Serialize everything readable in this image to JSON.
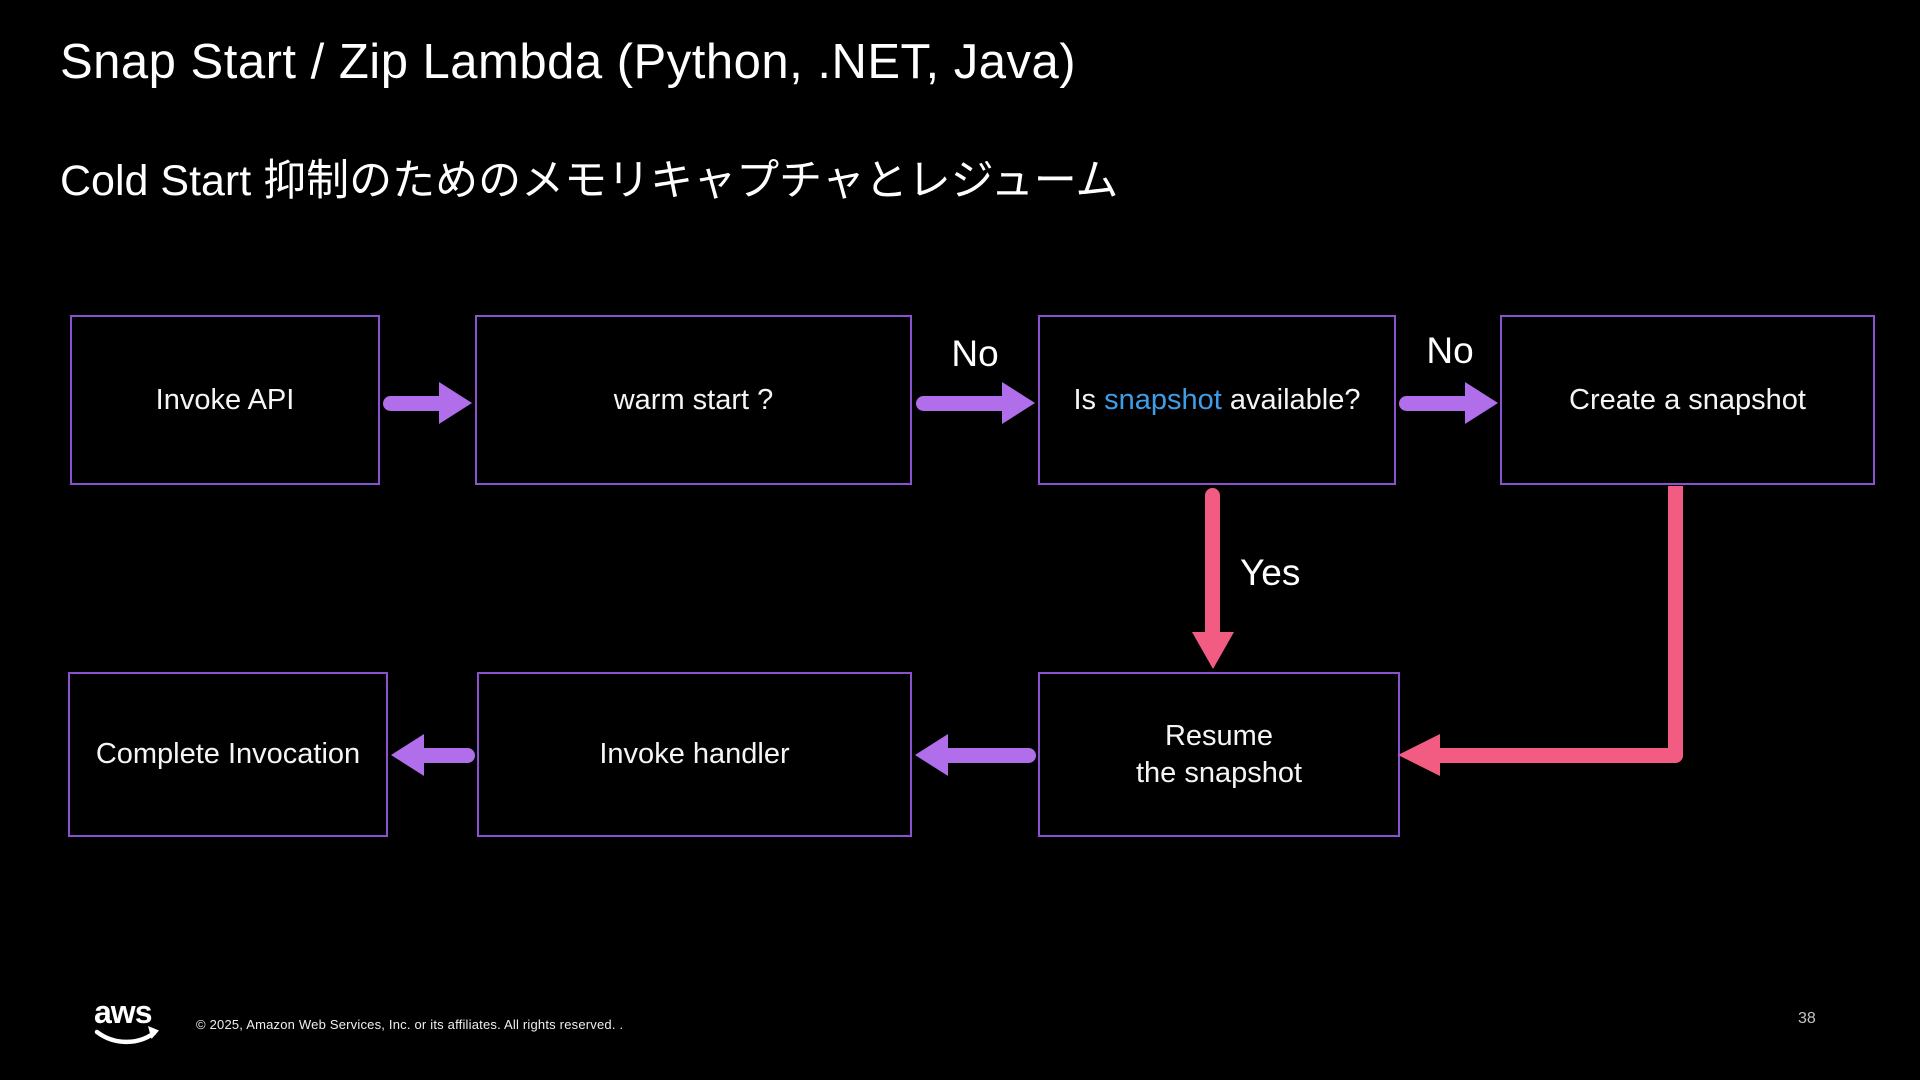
{
  "slide": {
    "title": "Snap Start / Zip Lambda (Python, .NET, Java)",
    "subtitle": "Cold Start 抑制のためのメモリキャプチャとレジューム",
    "copyright": "© 2025, Amazon Web Services, Inc. or its affiliates. All rights reserved. .",
    "page_number": "38"
  },
  "colors": {
    "background": "#000000",
    "box_border": "#8a52cf",
    "arrow_purple": "#b06eea",
    "arrow_pink": "#f25c82",
    "snapshot_highlight_blue": "#3f9de8",
    "text": "#ffffff"
  },
  "flowchart": {
    "nodes": {
      "invoke_api": {
        "label": "Invoke API"
      },
      "warm_start": {
        "label": "warm start ?"
      },
      "is_snapshot": {
        "prefix": "Is ",
        "highlight": "snapshot",
        "suffix": " available?"
      },
      "create_snapshot": {
        "label": "Create a snapshot"
      },
      "complete_invocation": {
        "label": "Complete Invocation"
      },
      "invoke_handler": {
        "label": "Invoke handler"
      },
      "resume_snapshot": {
        "line1": "Resume",
        "line2": "the snapshot"
      }
    },
    "edges": {
      "no_label_1": "No",
      "no_label_2": "No",
      "yes_label": "Yes"
    }
  }
}
